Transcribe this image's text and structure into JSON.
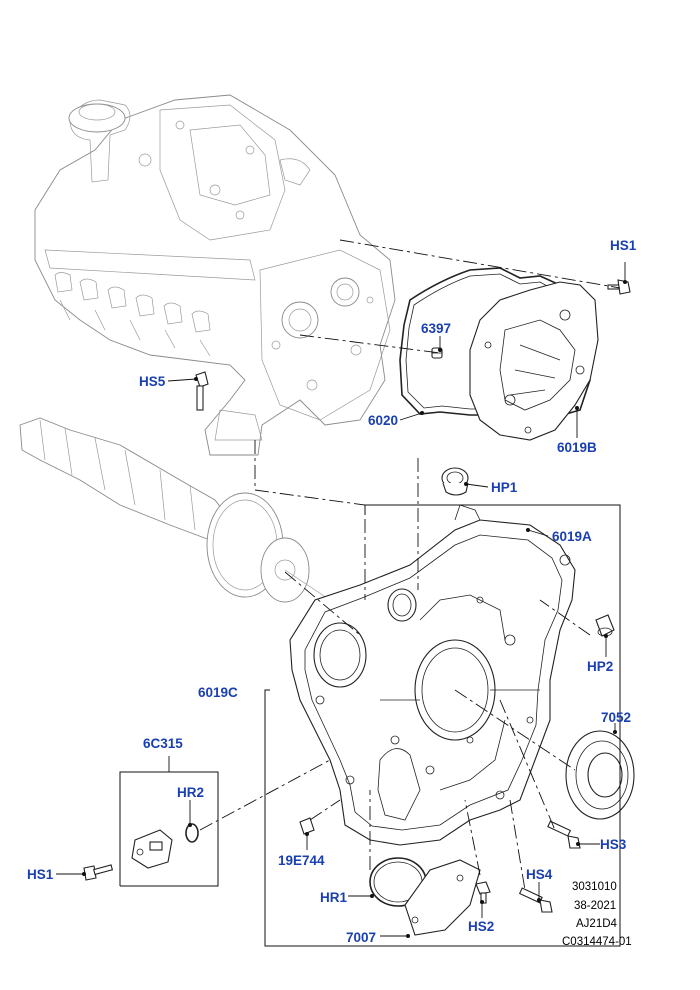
{
  "callouts": {
    "hs1_top": "HS1",
    "p6397": "6397",
    "hs5": "HS5",
    "p6020": "6020",
    "p6019b": "6019B",
    "hp1": "HP1",
    "p6019a": "6019A",
    "hp2": "HP2",
    "p6019c": "6019C",
    "p7052": "7052",
    "p6c315": "6C315",
    "hr2": "HR2",
    "hs1_bottom": "HS1",
    "p19e744": "19E744",
    "hs3": "HS3",
    "hs4": "HS4",
    "hr1": "HR1",
    "hs2": "HS2",
    "p7007": "7007"
  },
  "reference": {
    "line1": "3031010",
    "line2": "38-2021",
    "line3": "AJ21D4",
    "line4": "C0314474-01"
  },
  "colors": {
    "callout": "#1a3fb0",
    "line": "#111111",
    "ghost": "#8a8a8a"
  }
}
